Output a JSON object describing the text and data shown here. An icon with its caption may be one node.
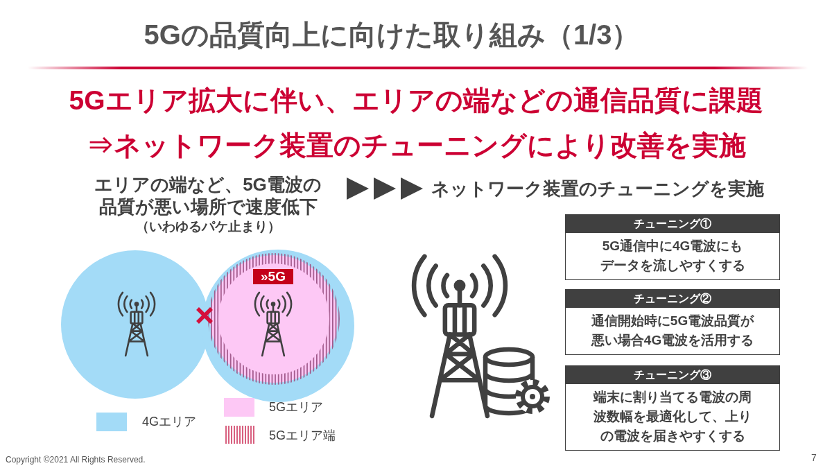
{
  "diagram": {
    "title": "5Gの品質向上に向けた取り組み（1/3）",
    "nodes": [
      {
        "text": [
          "エリアの端など、5G電波の品質が悪い場所で速度低下",
          "（いわゆるパケ止まり）"
        ]
      },
      {
        "text": [
          "ネットワーク装置のチューニングを実施"
        ]
      },
      {
        "text": [
          "»5G"
        ]
      },
      {
        "text": [
          "チューニング①",
          "5G通信中に4G電波にもデータを流しやすくする"
        ]
      },
      {
        "text": [
          "チューニング②",
          "通信開始時に5G電波品質が悪い場合4G電波を活用する"
        ]
      },
      {
        "text": [
          "チューニング③",
          "端末に割り当てる電波の周波数幅を最適化して、上りの電波を届きやすくする"
        ]
      }
    ],
    "edges": [
      {
        "from": 0,
        "to": 1,
        "arrow": "to"
      }
    ],
    "labels": [
      "5Gエリア拡大に伴い、エリアの端などの通信品質に課題",
      "⇒ネットワーク装置のチューニングにより改善を実施",
      "Copyright ©2021 All Rights Reserved.",
      "7"
    ],
    "legend": [
      {
        "text": "4Gエリア",
        "color": "#a3dbf7"
      },
      {
        "text": "5Gエリア",
        "color": "#fdc8f5"
      },
      {
        "text": "5Gエリア端"
      }
    ]
  }
}
